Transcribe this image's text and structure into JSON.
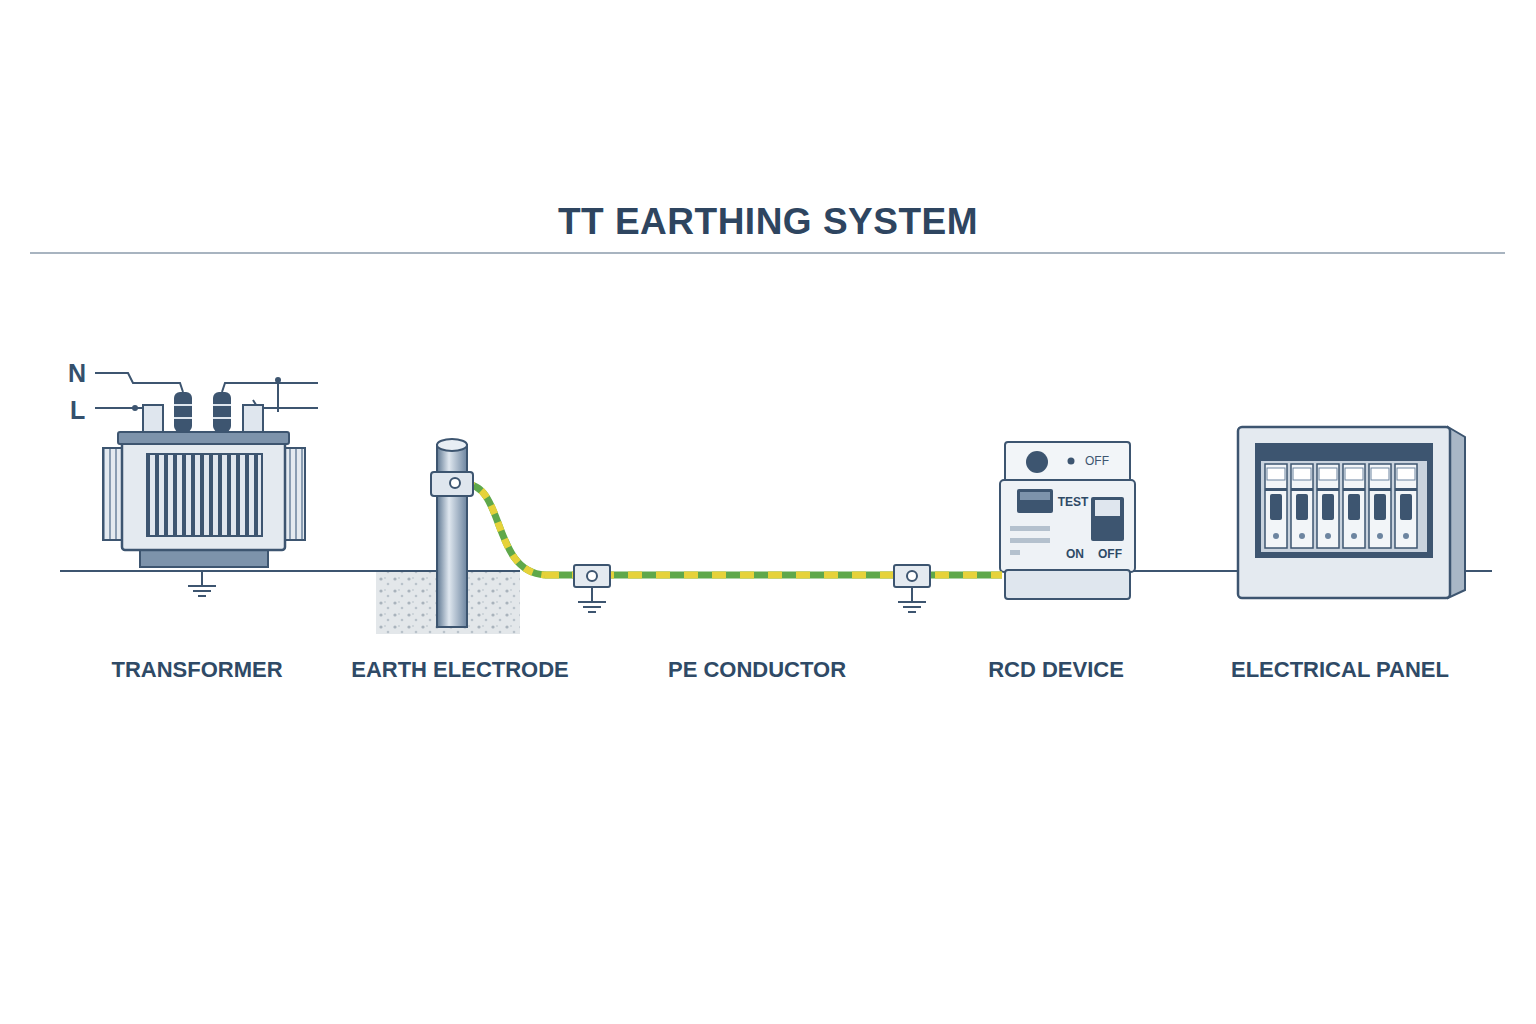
{
  "diagram": {
    "title": "TT EARTHING SYSTEM",
    "nodes": [
      {
        "text": [
          "TRANSFORMER"
        ]
      },
      {
        "text": [
          "EARTH ELECTRODE"
        ]
      },
      {
        "text": [
          "PE CONDUCTOR"
        ]
      },
      {
        "text": [
          "OFF",
          "TEST",
          "ON",
          "OFF",
          "RCD DEVICE"
        ]
      },
      {
        "text": [
          "ELECTRICAL PANEL"
        ]
      }
    ],
    "edges": [
      {
        "from": 0,
        "to": 1,
        "arrow": "none"
      },
      {
        "from": 1,
        "to": 2,
        "arrow": "none"
      },
      {
        "from": 2,
        "to": 3,
        "arrow": "none"
      },
      {
        "from": 3,
        "to": 4,
        "arrow": "none"
      }
    ],
    "labels": [
      "N",
      "L"
    ]
  }
}
